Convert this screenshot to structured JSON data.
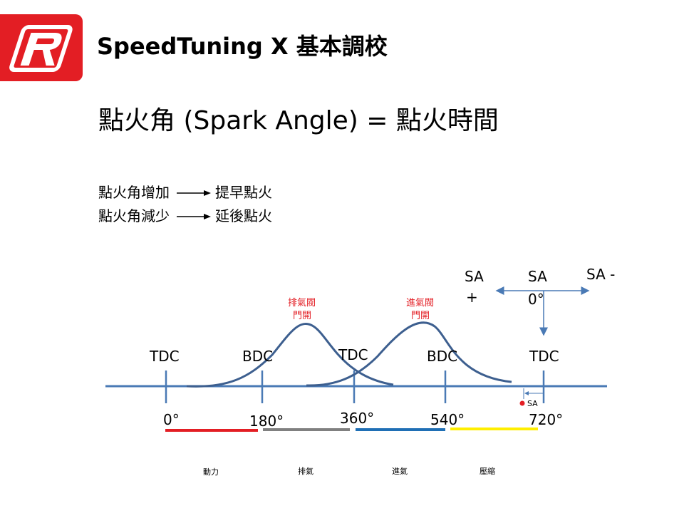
{
  "header": {
    "title": "SpeedTuning X 基本調校",
    "logo_letter": "R",
    "logo_color": "#e31e24"
  },
  "heading": "點火角 (Spark Angle) = 點火時間",
  "rules": [
    {
      "left": "點火角增加",
      "right": "提早點火"
    },
    {
      "left": "點火角減少",
      "right": "延後點火"
    }
  ],
  "diagram": {
    "markers": [
      {
        "point": "TDC",
        "angle": "0°"
      },
      {
        "point": "BDC",
        "angle": "180°"
      },
      {
        "point": "TDC",
        "angle": "360°"
      },
      {
        "point": "BDC",
        "angle": "540°"
      },
      {
        "point": "TDC",
        "angle": "720°"
      }
    ],
    "valves": {
      "exhaust": "排氣閥門開",
      "intake": "進氣閥門開"
    },
    "strokes": [
      {
        "label": "動力",
        "color": "#e31e24"
      },
      {
        "label": "排氣",
        "color": "#808080"
      },
      {
        "label": "進氣",
        "color": "#1f6fb5"
      },
      {
        "label": "壓縮",
        "color": "#ffee00"
      }
    ],
    "sa": {
      "plus": "SA +",
      "zero": "SA 0°",
      "minus": "SA -",
      "small": "SA",
      "dot_color": "#e31e24"
    },
    "colors": {
      "axis": "#4a7ab5",
      "curve": "#3d5f8f",
      "valve_text": "#e31e24"
    }
  }
}
